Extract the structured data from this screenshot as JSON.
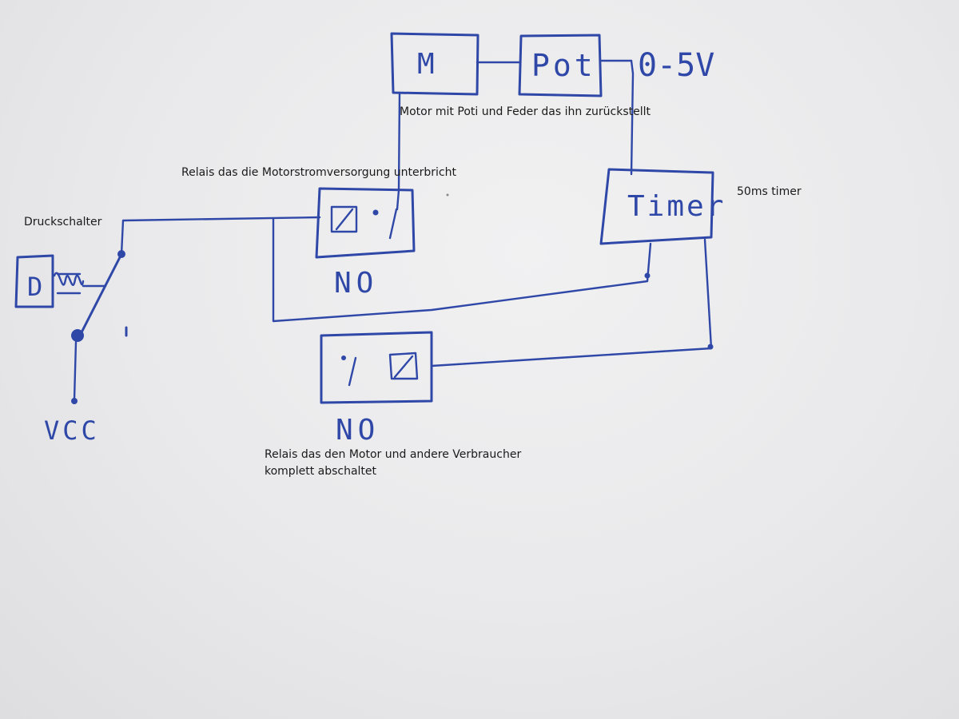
{
  "diagram": {
    "components": {
      "motor": "M",
      "pot": "Pot",
      "voltage": "0-5V",
      "timer": "Timer",
      "pushbutton": "D",
      "relay1_type": "NO",
      "relay2_type": "NO",
      "vcc": "VCC"
    },
    "annotations": {
      "motor": "Motor mit Poti und Feder das ihn zurückstellt",
      "relay1": "Relais das die Motorstromversorgung unterbricht",
      "timer": "50ms timer",
      "switch": "Druckschalter",
      "relay2": "Relais das den Motor und andere Verbraucher komplett abschaltet"
    },
    "ink_color": "#2f48a8"
  }
}
